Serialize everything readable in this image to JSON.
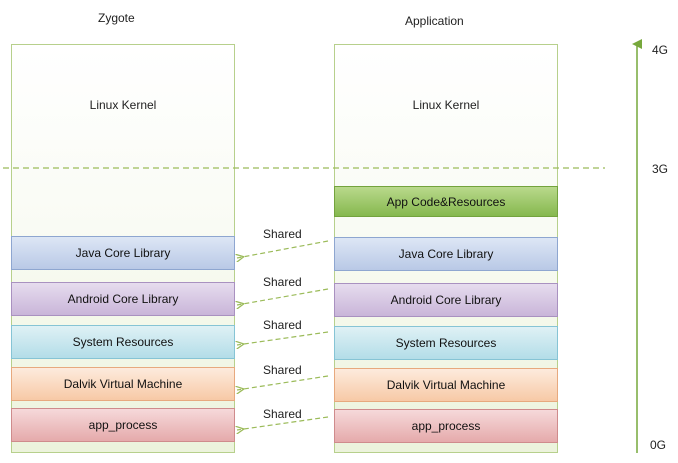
{
  "zygote": {
    "title": "Zygote",
    "kernel": "Linux Kernel",
    "blocks": [
      "Java Core Library",
      "Android Core Library",
      "System Resources",
      "Dalvik Virtual Machine",
      "app_process"
    ]
  },
  "application": {
    "title": "Application",
    "kernel": "Linux Kernel",
    "app_code": "App Code&Resources",
    "blocks": [
      "Java Core Library",
      "Android Core Library",
      "System Resources",
      "Dalvik Virtual Machine",
      "app_process"
    ]
  },
  "shared_label": "Shared",
  "axis": {
    "top": "4G",
    "mid": "3G",
    "bottom": "0G"
  },
  "colors": {
    "dashed_line": "#9bbb59",
    "axis_arrow": "#77a83c",
    "java": "#b9c9e6",
    "android": "#c9b5d9",
    "system": "#b3dde8",
    "dalvik": "#f7c9a6",
    "app_process": "#e5aaab",
    "app_code": "#86b84e"
  }
}
